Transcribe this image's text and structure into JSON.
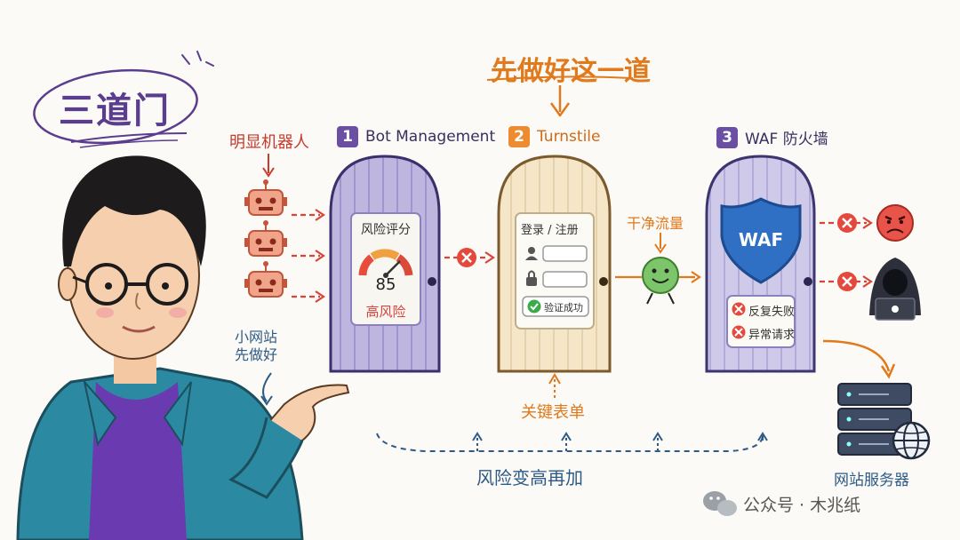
{
  "title": "三道门",
  "top_note": "先做好这一道",
  "bots_label": "明显机器人",
  "small_site_note_line1": "小网站",
  "small_site_note_line2": "先做好",
  "doors": [
    {
      "num": "1",
      "name": "Bot Management",
      "color": "#6a4fa3",
      "panel_title": "风险评分",
      "score": "85",
      "risk_label": "高风险"
    },
    {
      "num": "2",
      "name": "Turnstile",
      "color": "#ee8a2f",
      "panel_title": "登录 / 注册",
      "verify_label": "验证成功"
    },
    {
      "num": "3",
      "name": "WAF 防火墙",
      "color": "#6a4fa3",
      "shield_label": "WAF",
      "item1": "反复失败",
      "item2": "异常请求"
    }
  ],
  "clean_traffic": "干净流量",
  "key_forms": "关键表单",
  "risk_increase": "风险变高再加",
  "server_label": "网站服务器",
  "watermark": "公众号 · 木兆纸",
  "colors": {
    "purple": "#6a4fa3",
    "orange": "#ee8a2f",
    "red": "#d9443a",
    "blue": "#2d5b86",
    "green": "#7cc56a"
  },
  "icons": [
    "robot-icon",
    "gauge-icon",
    "user-icon",
    "lock-icon",
    "check-icon",
    "shield-icon",
    "x-icon",
    "angry-face-icon",
    "hacker-icon",
    "server-icon",
    "globe-icon",
    "smiley-icon",
    "wechat-icon"
  ]
}
